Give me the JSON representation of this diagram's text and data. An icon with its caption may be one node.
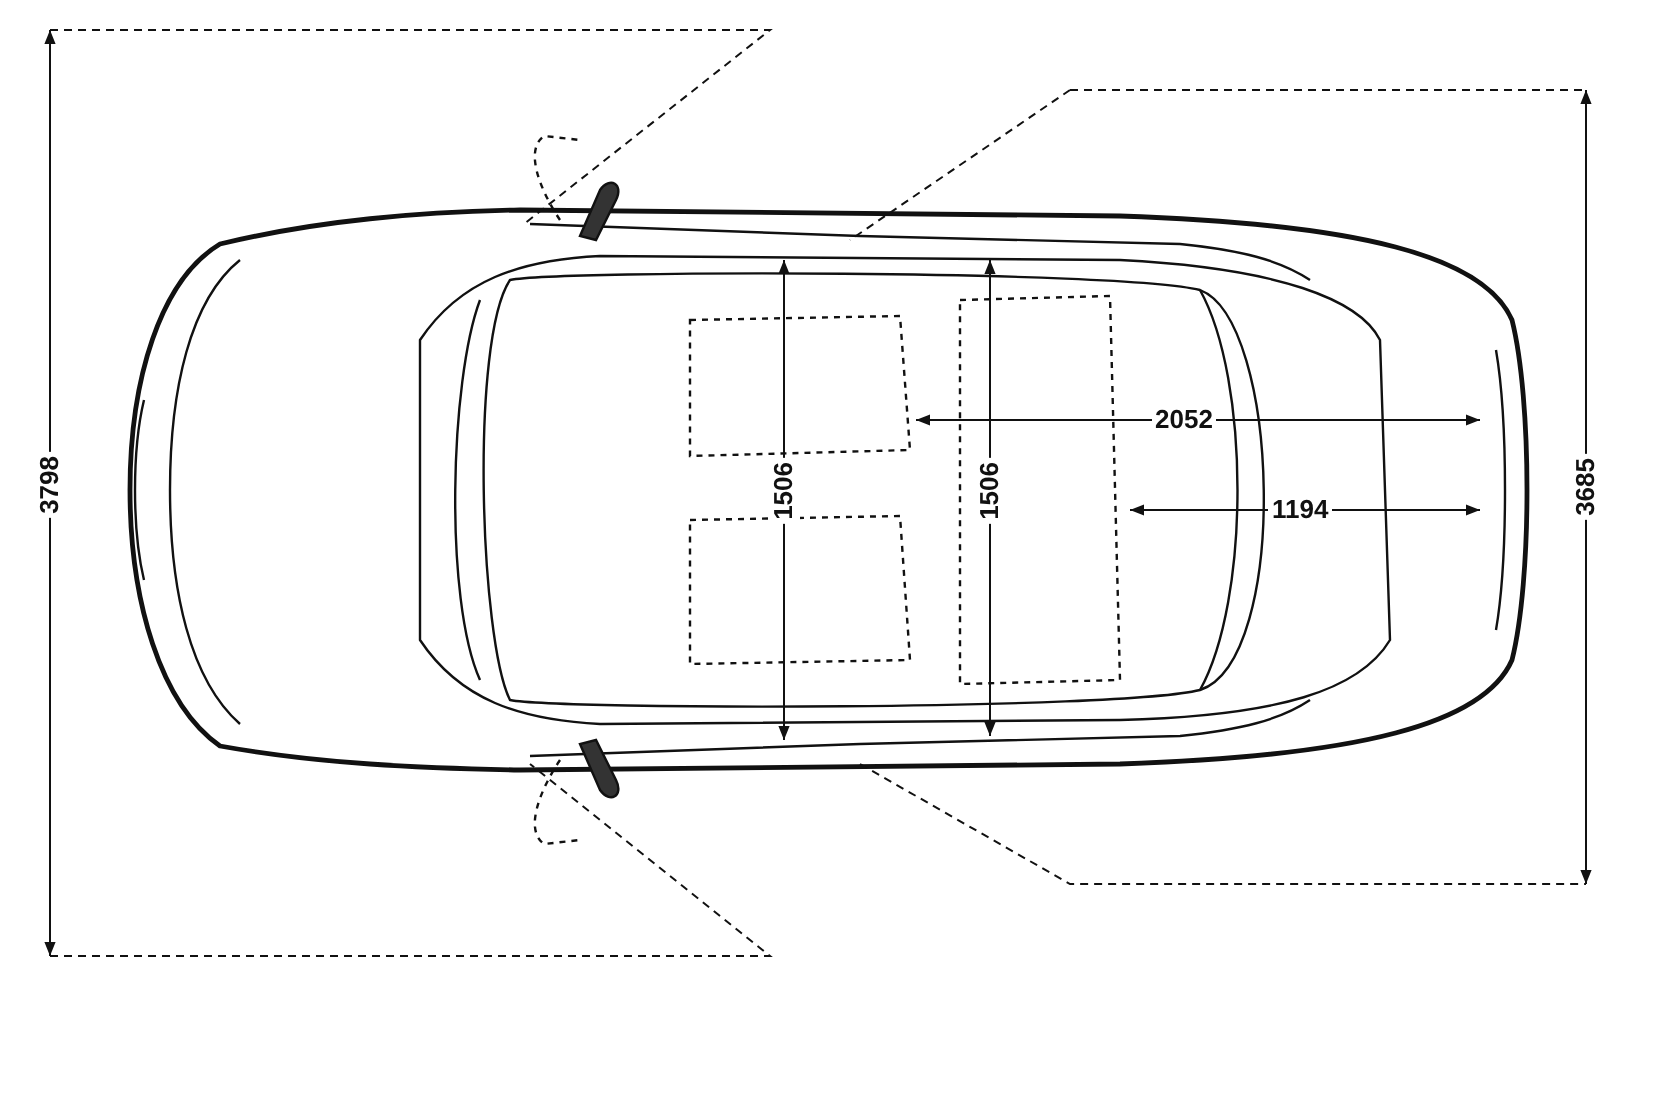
{
  "diagram": {
    "labels": [
      "3798",
      "1506",
      "1506",
      "2052",
      "1194",
      "3685"
    ]
  }
}
